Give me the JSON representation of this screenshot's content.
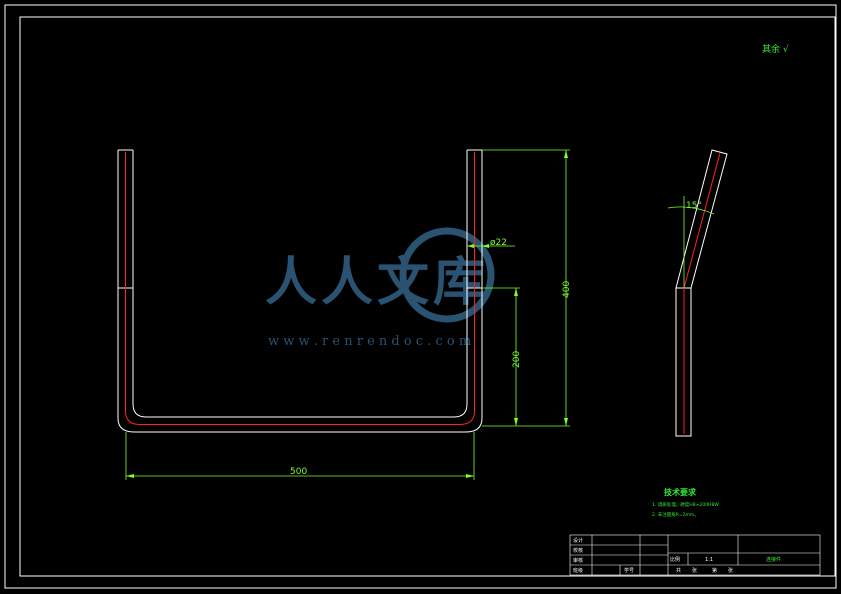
{
  "drawing": {
    "surface_note": "其余 √",
    "dimensions": {
      "diameter": "ø22",
      "width": "500",
      "height_total": "400",
      "height_lower": "200",
      "bend_angle": "15°"
    },
    "tech_requirements": {
      "title": "技术要求",
      "items": [
        "1. 调质处理。硬度HB≈200HBW",
        "2. 未注圆角R=2mm。"
      ]
    },
    "title_block": {
      "labels": [
        "设计",
        "校核",
        "审核",
        "班级"
      ],
      "student_no_label": "学号",
      "ratio_label": "比例",
      "ratio_value": "1:1",
      "part_name": "连接件",
      "bottom_labels": [
        "共",
        "张",
        "第",
        "张"
      ]
    },
    "watermark": {
      "cn_text": "人人文库",
      "url": "w w w . r e n r e n d o c . c o m"
    },
    "colors": {
      "outline": "#ffffff",
      "centerline": "#ff2020",
      "dimension": "#7cff2a",
      "watermark": "#2c5878"
    }
  }
}
